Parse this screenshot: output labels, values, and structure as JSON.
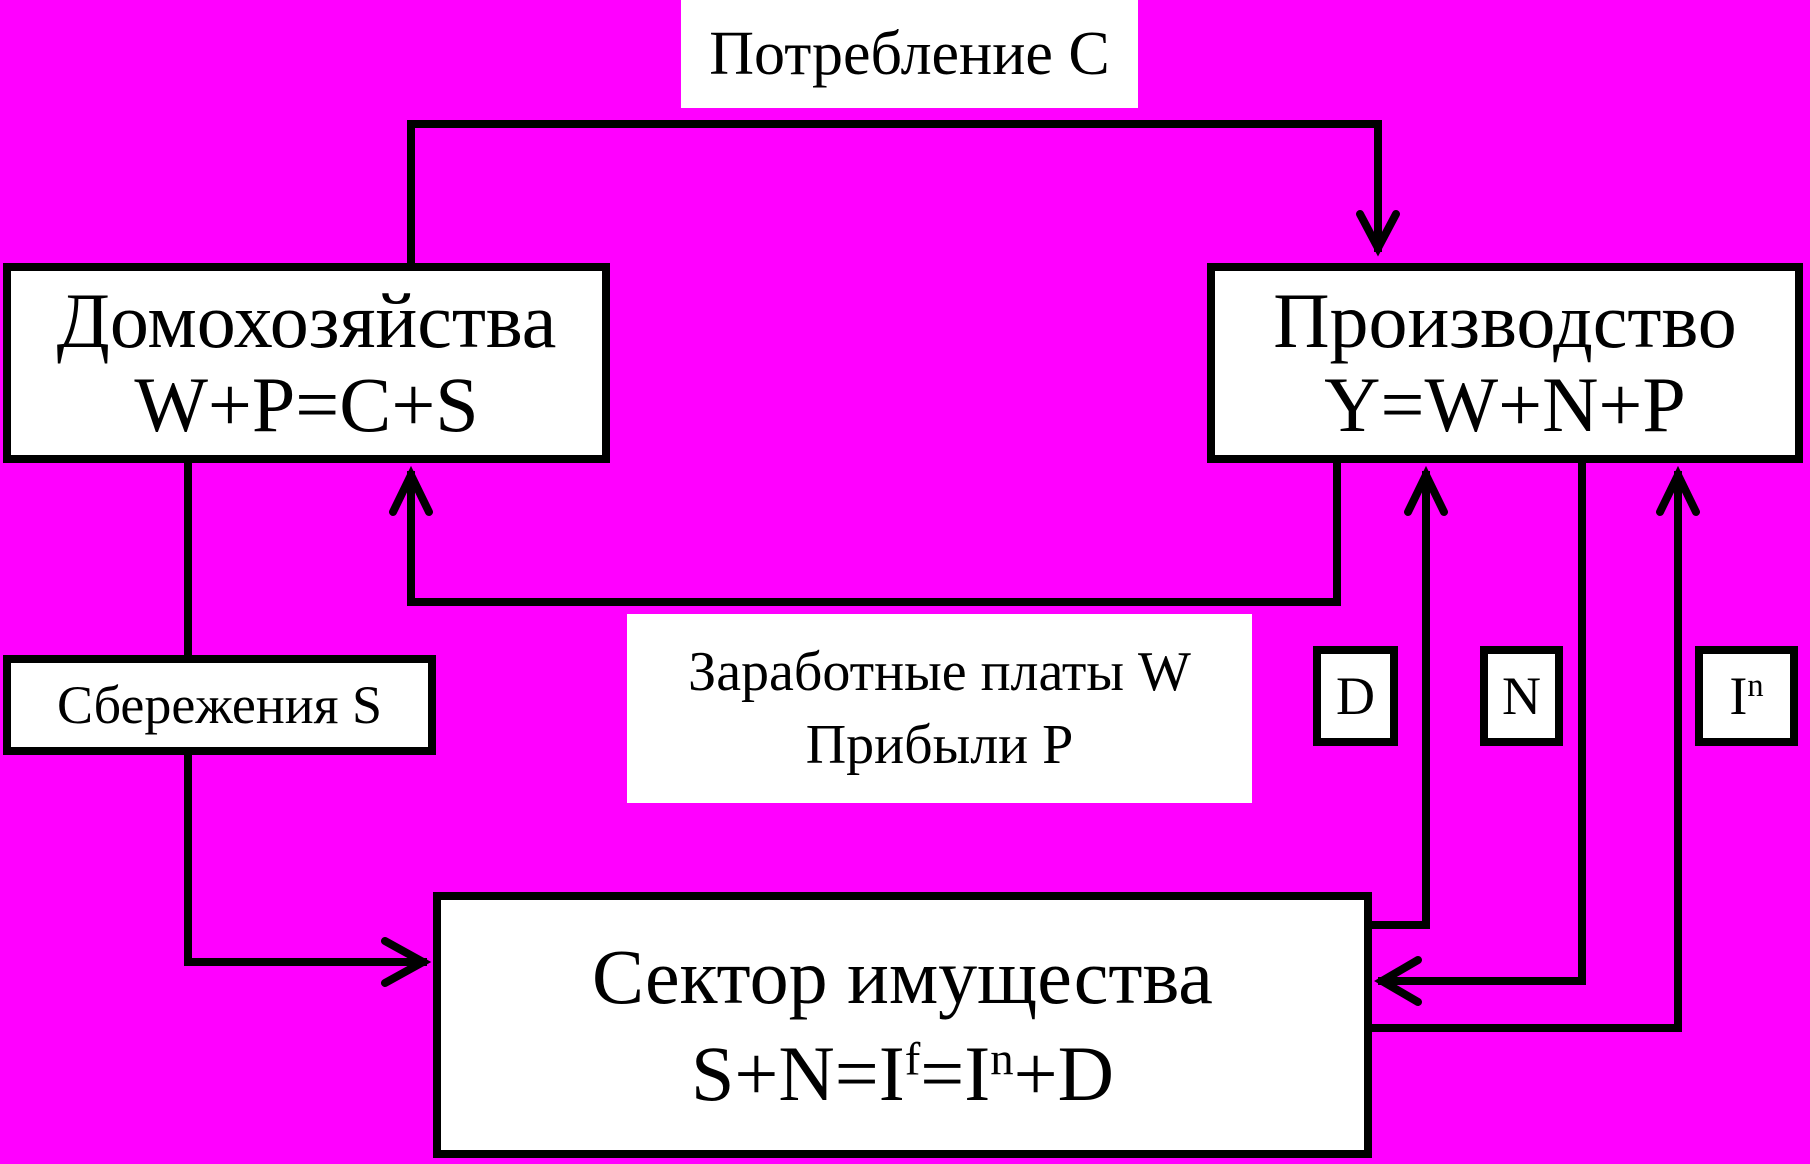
{
  "diagram": {
    "title": "Кругооборот доходов: домохозяйства, производство, сектор имущества",
    "colors": {
      "background": "#ff00ff",
      "box_fill": "#ffffff",
      "line": "#000000"
    }
  },
  "nodes": {
    "households": {
      "title": "Домохозяйства",
      "formula": "W+P=C+S"
    },
    "production": {
      "title": "Производство",
      "formula": "Y=W+N+P"
    },
    "wealth_sector": {
      "title": "Сектор имущества",
      "formula_parts": {
        "a": "S+N=I",
        "sup_f": "f",
        "b": "=I",
        "sup_n": "n",
        "c": "+D"
      }
    }
  },
  "flow_labels": {
    "consumption": "Потребление C",
    "savings": "Сбережения S",
    "wages": "Заработные платы W",
    "profits": "Прибыли P",
    "depreciation": "D",
    "net_taxes": "N",
    "net_investment": {
      "base": "I",
      "sup": "n"
    }
  },
  "edges": [
    {
      "from": "households",
      "to": "production",
      "label": "Потребление C"
    },
    {
      "from": "production",
      "to": "households",
      "label": "Заработные платы W / Прибыли P"
    },
    {
      "from": "households",
      "to": "wealth_sector",
      "label": "Сбережения S"
    },
    {
      "from": "wealth_sector",
      "to": "production",
      "label": "D"
    },
    {
      "from": "production",
      "to": "wealth_sector",
      "label": "N"
    },
    {
      "from": "wealth_sector",
      "to": "production",
      "label": "In"
    }
  ]
}
